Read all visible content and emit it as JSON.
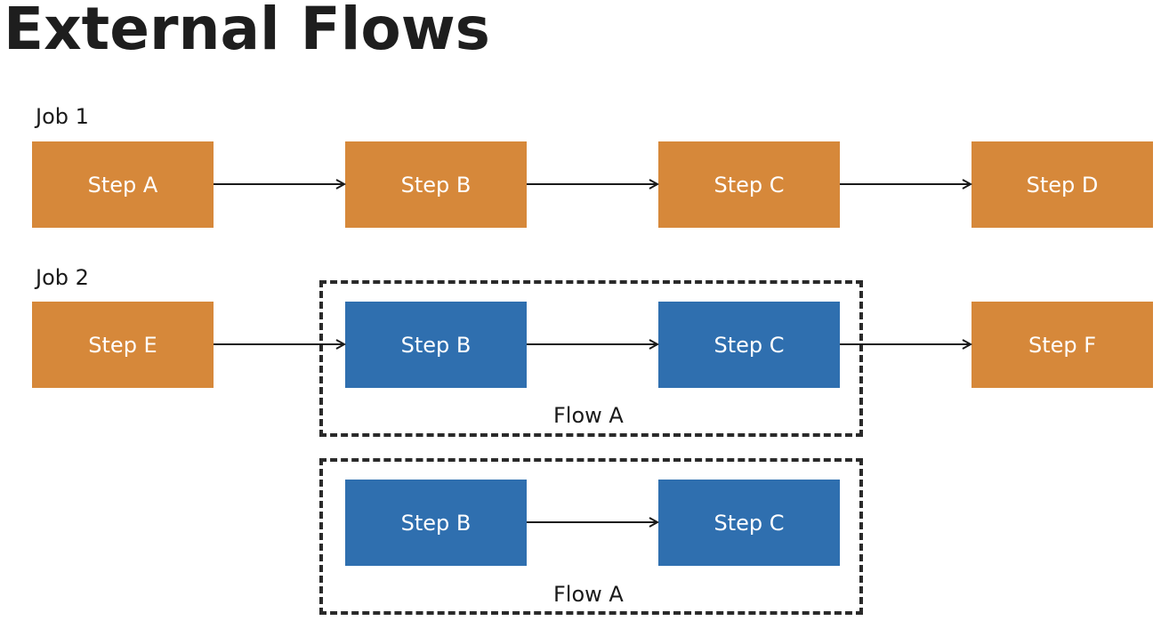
{
  "title": "External Flows",
  "job1": {
    "label": "Job 1",
    "steps": [
      "Step A",
      "Step B",
      "Step C",
      "Step D"
    ]
  },
  "job2": {
    "label": "Job 2",
    "steps": [
      "Step E",
      "Step F"
    ],
    "flow": {
      "label": "Flow A",
      "steps": [
        "Step B",
        "Step C"
      ]
    }
  },
  "flow_definition": {
    "label": "Flow A",
    "steps": [
      "Step B",
      "Step C"
    ]
  },
  "colors": {
    "job_step": "#d6883a",
    "flow_step": "#2f6faf",
    "text": "#1e1e1e"
  }
}
